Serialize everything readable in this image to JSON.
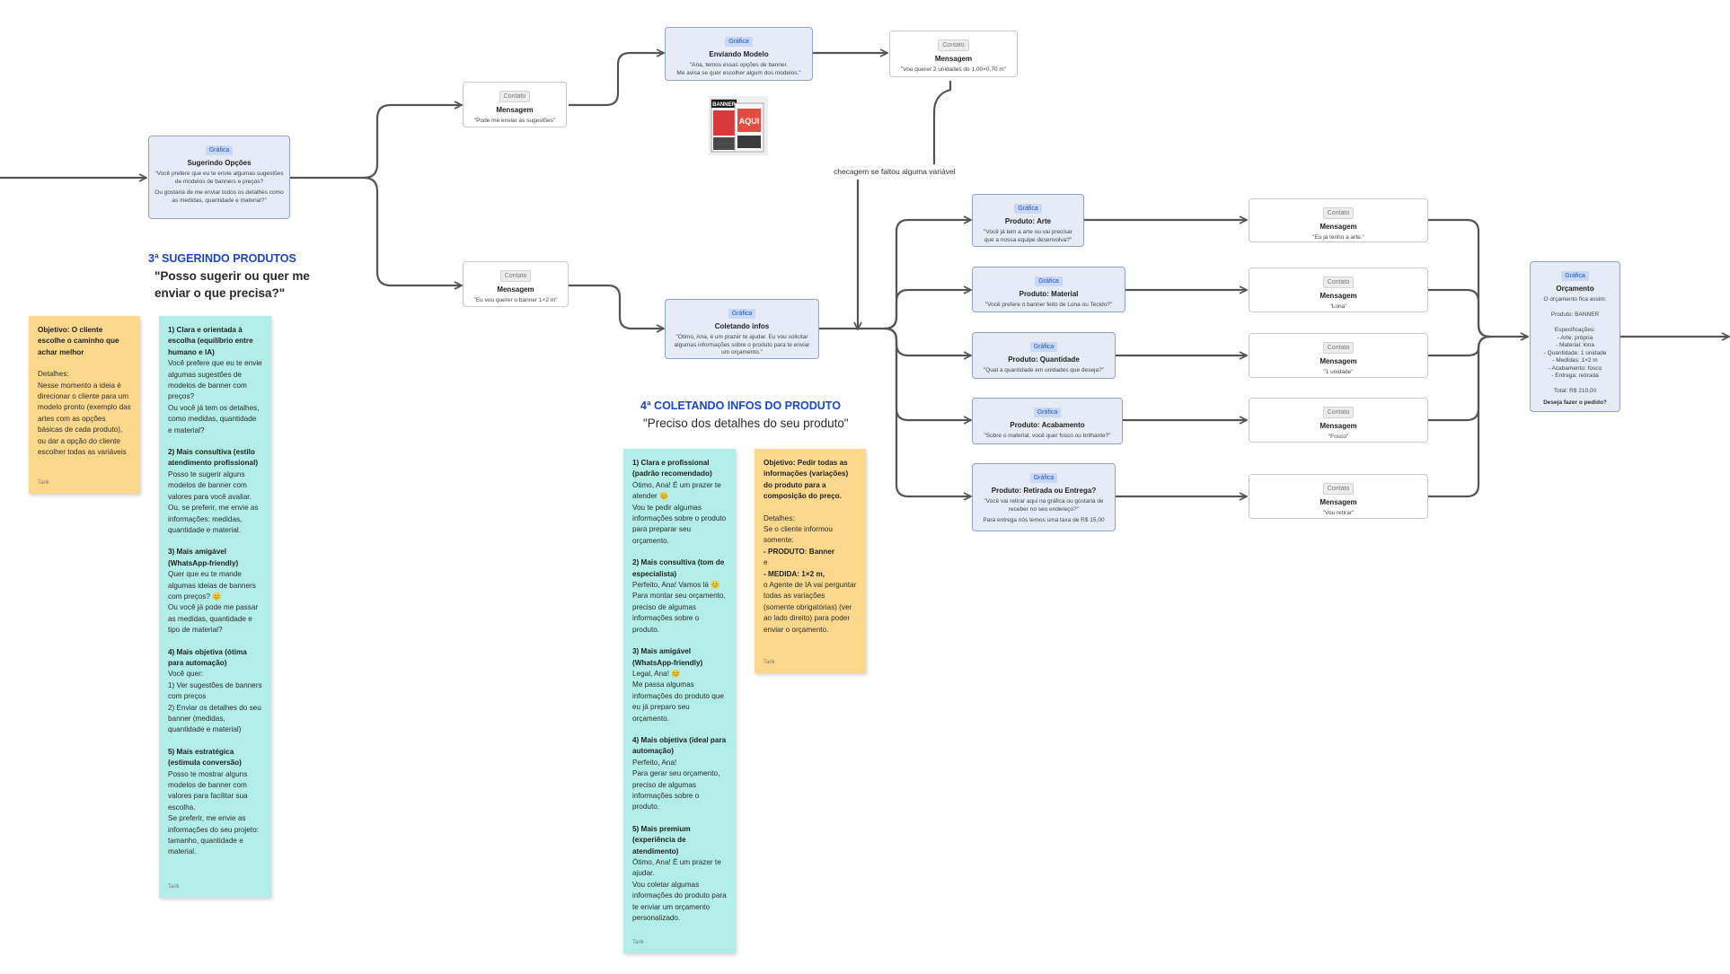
{
  "tags": {
    "grafica": "Gráfica",
    "contato": "Contato"
  },
  "nodes": {
    "sugerindo_opcoes": {
      "title": "Sugerindo Opções",
      "body": "\"Você prefere que eu te envie algumas sugestões de modelos de banners e preços?",
      "body2": "Ou gostaria de me enviar todos os detalhes como as medidas, quantidade e material?\""
    },
    "msg_sugestoes": {
      "title": "Mensagem",
      "body": "\"Pode me enviar as sugestões\""
    },
    "msg_quero_banner": {
      "title": "Mensagem",
      "body": "\"Eu vou querer o banner 1×2 m\""
    },
    "enviando_modelo": {
      "title": "Enviando Modelo",
      "body": "\"Ana, temos essas opções de banner.\nMe avisa se quer escolher algum dos modelos.\""
    },
    "msg_duas_unidades": {
      "title": "Mensagem",
      "body": "\"Vou querer 2 unidades do 1,00×0,70 m\""
    },
    "coletando_infos": {
      "title": "Coletando infos",
      "body": "\"Ótimo, Ana, é um prazer te ajudar. Eu vou solicitar algumas informações sobre o produto para te enviar um orçamento.\""
    },
    "produto_arte": {
      "title": "Produto: Arte",
      "body": "\"Você já tem a arte ou vai precisar que a nossa equipe desenvolva?\""
    },
    "produto_material": {
      "title": "Produto: Material",
      "body": "\"Você prefere o banner feito de Lona ou Tecido?\""
    },
    "produto_quantidade": {
      "title": "Produto: Quantidade",
      "body": "\"Qual a quantidade em unidades que deseja?\""
    },
    "produto_acabamento": {
      "title": "Produto: Acabamento",
      "body": "\"Sobre o material, você quer fosco ou brilhante?\""
    },
    "produto_retirada": {
      "title": "Produto: Retirada ou Entrega?",
      "body": "\"Você vai retirar aqui na gráfica ou gostaria de receber no seu endereço?\"",
      "body2": "Para entrega nós temos uma taxa de R$ 15,00"
    },
    "msg_arte": {
      "title": "Mensagem",
      "body": "\"Eu já tenho a arte.\""
    },
    "msg_material": {
      "title": "Mensagem",
      "body": "\"Lona\""
    },
    "msg_quantidade": {
      "title": "Mensagem",
      "body": "\"1 unidade\""
    },
    "msg_acabamento": {
      "title": "Mensagem",
      "body": "\"Fosco\""
    },
    "msg_retirada": {
      "title": "Mensagem",
      "body": "\"Vou retirar\""
    },
    "orcamento": {
      "title": "Orçamento",
      "body": "O orçamento fica assim:\n\nProduto: BANNER\n\nEspecificações:\n- Arte: própria\n- Material: lona\n- Quantidade: 1 unidade\n- Medidas: 1×2 m\n- Acabamento: fosco\n- Entrega: retirada\n\nTotal: R$ 210,00",
      "body2": "Deseja fazer o pedido?"
    }
  },
  "thumbnail": {
    "banner_label": "BANNER",
    "aqui_label": "AQUI"
  },
  "checagem_label": "checagem se faltou alguma variável",
  "section3": {
    "title": "3ª SUGERINDO PRODUTOS",
    "quote": "\"Posso sugerir ou quer me enviar o que precisa?\""
  },
  "section4": {
    "title": "4ª COLETANDO INFOS DO PRODUTO",
    "quote": "\"Preciso dos detalhes do seu produto\""
  },
  "stickies": {
    "objetivo3": {
      "heading": "Objetivo: O cliente escolhe o caminho que achar melhor",
      "body": "Detalhes:\nNesse momento a ideia é direcionar o cliente para um modelo pronto (exemplo das artes com as opções básicas de cada produto), ou dar a opção do cliente escolher todas as variáveis",
      "author": "Tarik"
    },
    "opcoes3": {
      "items": [
        {
          "h": "1) Clara e orientada à escolha (equilíbrio entre humano e IA)",
          "t": "Você prefere que eu te envie algumas sugestões de modelos de banner com preços?\n Ou você já tem os detalhes, como medidas, quantidade e material?"
        },
        {
          "h": "2) Mais consultiva (estilo atendimento profissional)",
          "t": "Posso te sugerir alguns modelos de banner com valores para você avaliar.\n Ou, se preferir, me envie as informações: medidas, quantidade e material."
        },
        {
          "h": "3) Mais amigável (WhatsApp-friendly)",
          "t": "Quer que eu te mande algumas ideias de banners com preços? 😊\n Ou você já pode me passar as medidas, quantidade e tipo de material?"
        },
        {
          "h": "4) Mais objetiva (ótima para automação)",
          "t": "Você quer:\n1) Ver sugestões de banners com preços\n2) Enviar os detalhes do seu banner (medidas, quantidade e material)"
        },
        {
          "h": "5) Mais estratégica (estimula conversão)",
          "t": "Posso te mostrar alguns modelos de banner com valores para facilitar sua escolha.\n Se preferir, me envie as informações do seu projeto: tamanho, quantidade e material."
        }
      ],
      "author": "Tarik"
    },
    "opcoes4": {
      "items": [
        {
          "h": "1) Clara e profissional (padrão recomendado)",
          "t": "Ótimo, Ana! É um prazer te atender 😊\n Vou te pedir algumas informações sobre o produto para preparar seu orçamento."
        },
        {
          "h": "2) Mais consultiva (tom de especialista)",
          "t": "Perfeito, Ana! Vamos lá 😊\n Para montar seu orçamento, preciso de algumas informações sobre o produto."
        },
        {
          "h": "3) Mais amigável (WhatsApp-friendly)",
          "t": "Legal, Ana! 😊\n Me passa algumas informações do produto que eu já preparo seu orçamento."
        },
        {
          "h": "4) Mais objetiva (ideal para automação)",
          "t": "Perfeito, Ana!\n Para gerar seu orçamento, preciso de algumas informações sobre o produto."
        },
        {
          "h": "5) Mais premium (experiência de atendimento)",
          "t": "Ótimo, Ana! É um prazer te ajudar.\n Vou coletar algumas informações do produto para te enviar um orçamento personalizado."
        }
      ],
      "author": "Tarik"
    },
    "objetivo4": {
      "heading": "Objetivo: Pedir todas as informações (variações) do produto para a composição do preço.",
      "body": "Detalhes:\nSe o cliente informou somente:",
      "bold1": "- PRODUTO: Banner",
      "mid": "e",
      "bold2": "- MEDIDA: 1×2 m,",
      "tail": "o Agente de IA vai perguntar todas as variações (somente obrigatórias) (ver ao lado direito) para poder enviar o orçamento.",
      "author": "Tarik"
    }
  }
}
